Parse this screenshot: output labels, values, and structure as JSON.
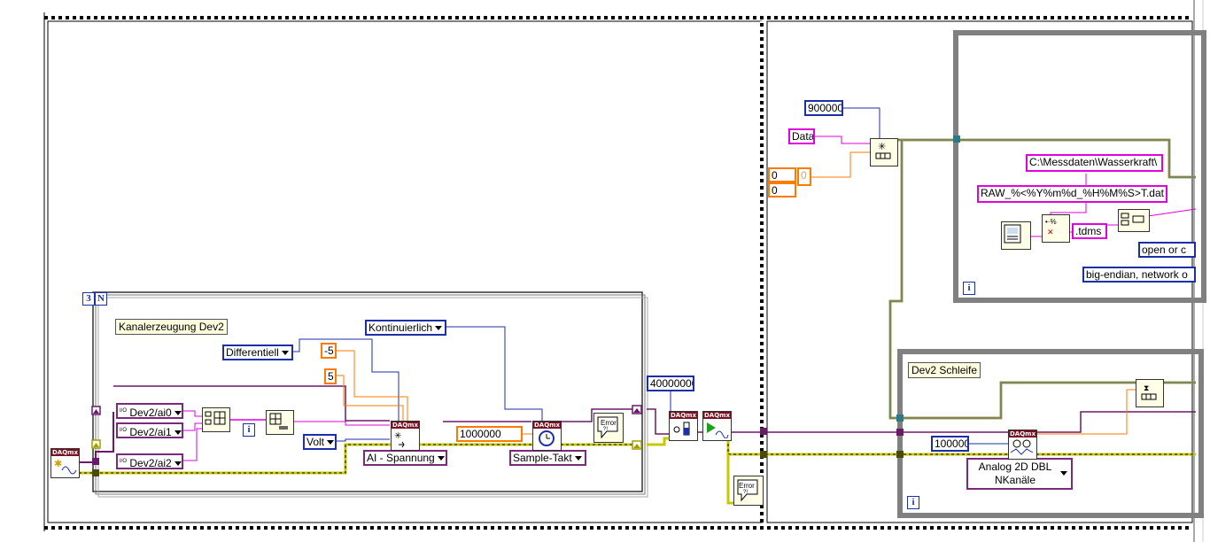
{
  "diagram": {
    "loop_count": "3",
    "loop_count_terminal": "N",
    "iteration_terminal": "i",
    "labels": {
      "kanal": "Kanalerzeugung Dev2",
      "dev2_schleife": "Dev2 Schleife"
    },
    "channels": [
      "Dev2/ai0",
      "Dev2/ai1",
      "Dev2/ai2"
    ],
    "channel_prefix": "I/O",
    "rings": {
      "differentiell": "Differentiell",
      "kontinuierlich": "Kontinuierlich",
      "volt": "Volt",
      "ai_spannung": "AI - Spannung",
      "sample_takt": "Sample-Takt",
      "analog_line1": "Analog 2D DBL",
      "analog_line2": "NKanäle NSamples",
      "open_or": "open or c",
      "big_endian": "big-endian, network o"
    },
    "constants": {
      "min": "-5",
      "max": "5",
      "rate": "1000000",
      "buffer": "40000000",
      "queue": "900000",
      "samples": "100000",
      "zero_a": "0",
      "zero_b": "0",
      "zero_c": "0"
    },
    "strings": {
      "data": "Data",
      "path": "C:\\Messdaten\\Wasserkraft\\",
      "format": "RAW_%<%Y%m%d_%H%M%S>T.dat",
      "ext": ".tdms"
    },
    "icons": {
      "error": "Error",
      "daqmx": "DAQmx"
    },
    "colors": {
      "wire_blue": "#1a2fa8",
      "wire_orange": "#ff7a00",
      "wire_pink": "#e000e0",
      "wire_purple": "#6a1a6a",
      "wire_error": "#c8c800",
      "structure_gray": "#808080"
    }
  }
}
